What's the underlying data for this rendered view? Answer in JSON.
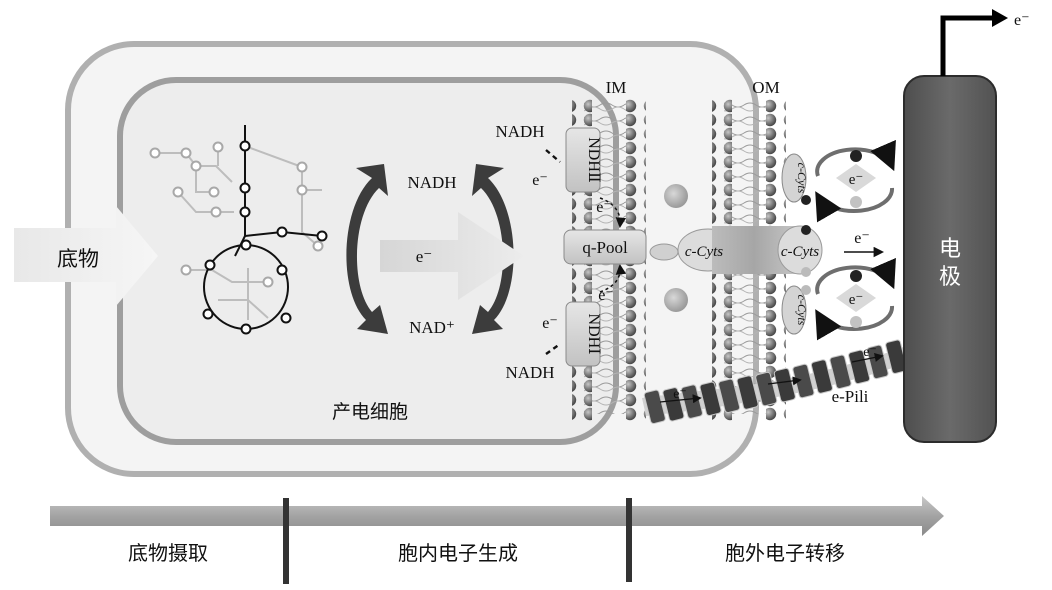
{
  "substrate_arrow": {
    "label": "底物"
  },
  "cell": {
    "label": "产电细胞"
  },
  "cycle": {
    "top": "NADH",
    "center": "e⁻",
    "bottom": "NAD⁺"
  },
  "membranes": {
    "inner": "IM",
    "outer": "OM"
  },
  "complexes": {
    "ndh2": "NDHⅡ",
    "ndh1": "NDHⅠ",
    "ndh2_substrate": "NADH",
    "ndh2_electron": "e⁻",
    "ndh1_substrate": "NADH",
    "ndh1_electron": "e⁻",
    "q_pool": "q-Pool",
    "q_upper_electron": "e⁻",
    "q_lower_electron": "e⁻",
    "cyts_inner": "c-Cyts",
    "cyts_outer": "c-Cyts",
    "cyts_top": "c-Cyts",
    "cyts_bottom": "c-Cyts",
    "transfer_electron": "e⁻",
    "shuttle_top_electron": "e⁻",
    "shuttle_bottom_electron": "e⁻"
  },
  "pili": {
    "label": "e-Pili",
    "electron_left": "e⁻",
    "electron_right": "e⁻"
  },
  "electrode": {
    "label_line1": "电",
    "label_line2": "极",
    "output_electron": "e⁻"
  },
  "timeline": {
    "stages": [
      "底物摄取",
      "胞内电子生成",
      "胞外电子转移"
    ]
  }
}
